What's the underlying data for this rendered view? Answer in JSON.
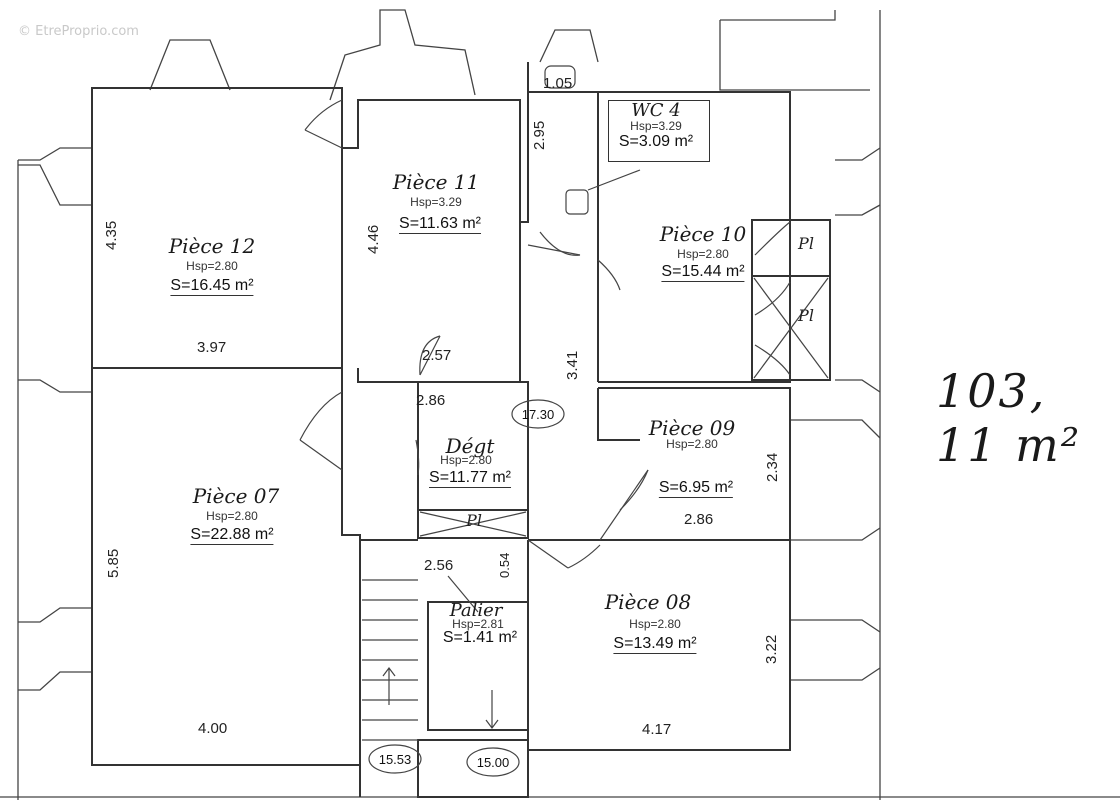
{
  "watermark": "© EtreProprio.com",
  "rooms": [
    {
      "id": "piece-12",
      "name": "Pièce 12",
      "hsp": "Hsp=2.80",
      "area": "S=16.45 m²"
    },
    {
      "id": "piece-11",
      "name": "Pièce 11",
      "hsp": "Hsp=3.29",
      "area": "S=11.63 m²"
    },
    {
      "id": "wc-4",
      "name": "WC 4",
      "hsp": "Hsp=3.29",
      "area": "S=3.09 m²"
    },
    {
      "id": "piece-10",
      "name": "Pièce 10",
      "hsp": "Hsp=2.80",
      "area": "S=15.44 m²"
    },
    {
      "id": "degt",
      "name": "Dégt",
      "hsp": "Hsp=2.80",
      "area": "S=11.77 m²"
    },
    {
      "id": "piece-09",
      "name": "Pièce 09",
      "hsp": "Hsp=2.80",
      "area": "S=6.95 m²"
    },
    {
      "id": "piece-07",
      "name": "Pièce 07",
      "hsp": "Hsp=2.80",
      "area": "S=22.88 m²"
    },
    {
      "id": "piece-08",
      "name": "Pièce 08",
      "hsp": "Hsp=2.80",
      "area": "S=13.49 m²"
    },
    {
      "id": "palier",
      "name": "Palier",
      "hsp": "Hsp=2.81",
      "area": "S=1.41 m²"
    }
  ],
  "dimensions": [
    "4.35",
    "3.97",
    "4.46",
    "2.57",
    "2.86",
    "1.05",
    "2.95",
    "3.41",
    "2.34",
    "2.86",
    "5.85",
    "4.00",
    "2.56",
    "0.54",
    "3.22",
    "4.17"
  ],
  "placards": [
    "Pl",
    "Pl",
    "Pl"
  ],
  "elevations": [
    "17.30",
    "15.53",
    "15.00"
  ],
  "handwritten_total": "103, 11 m²"
}
